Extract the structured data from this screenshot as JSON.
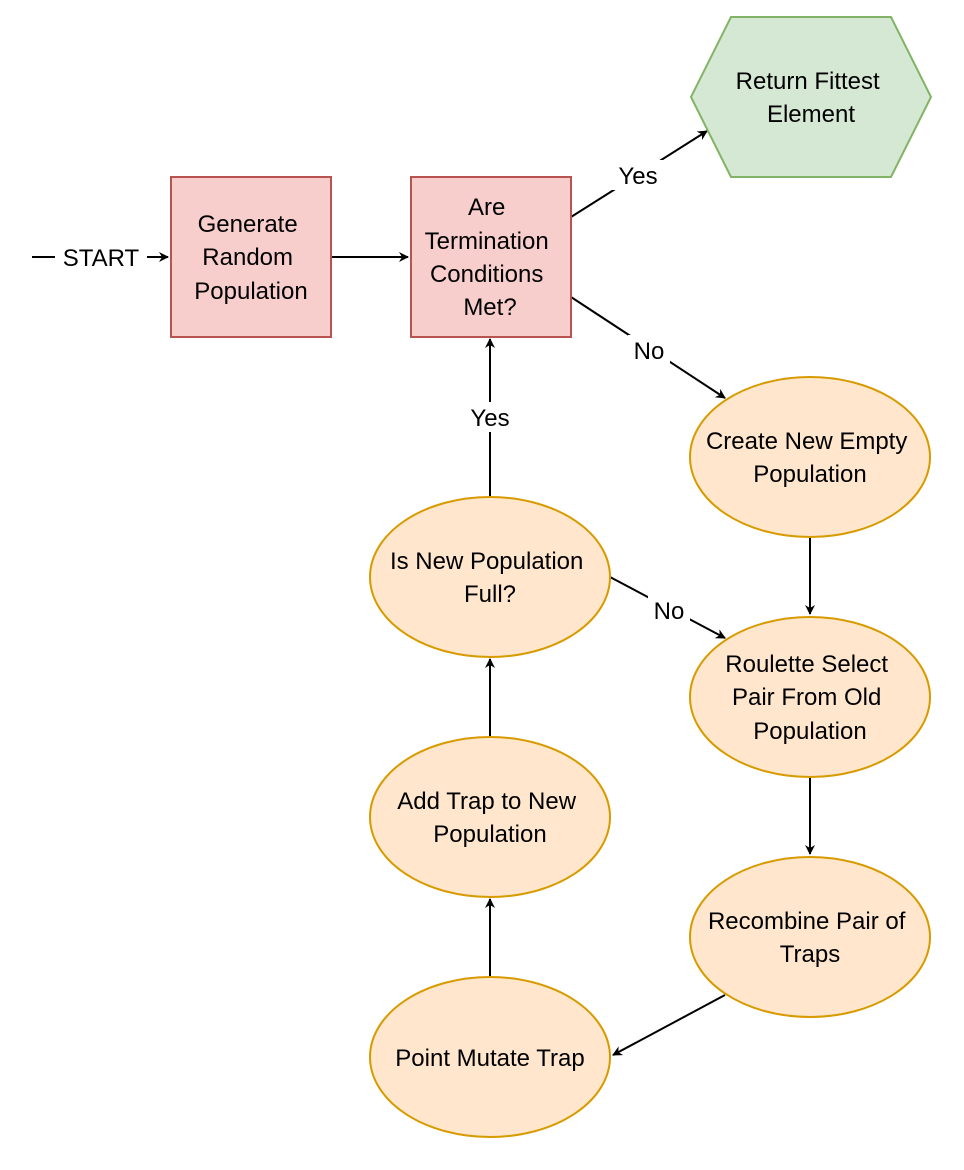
{
  "colors": {
    "process_fill": "#f8cecc",
    "process_stroke": "#b85450",
    "step_fill": "#ffe6cc",
    "step_stroke": "#d79b00",
    "end_fill": "#d5e8d4",
    "end_stroke": "#82b366",
    "edge": "#000000"
  },
  "nodes": {
    "generate": {
      "lines": [
        "Generate",
        "Random",
        "Population"
      ]
    },
    "termination": {
      "lines": [
        "Are",
        "Termination",
        "Conditions",
        "Met?"
      ]
    },
    "return_fittest": {
      "lines": [
        "Return Fittest",
        "Element"
      ]
    },
    "create_empty": {
      "lines": [
        "Create New Empty",
        "Population"
      ]
    },
    "roulette": {
      "lines": [
        "Roulette Select",
        "Pair From Old",
        "Population"
      ]
    },
    "recombine": {
      "lines": [
        "Recombine Pair of",
        "Traps"
      ]
    },
    "mutate": {
      "lines": [
        "Point Mutate Trap"
      ]
    },
    "add_trap": {
      "lines": [
        "Add Trap to New",
        "Population"
      ]
    },
    "is_full": {
      "lines": [
        "Is New Population",
        "Full?"
      ]
    }
  },
  "edges": {
    "start": "START",
    "termination_yes": "Yes",
    "termination_no": "No",
    "full_yes": "Yes",
    "full_no": "No"
  }
}
